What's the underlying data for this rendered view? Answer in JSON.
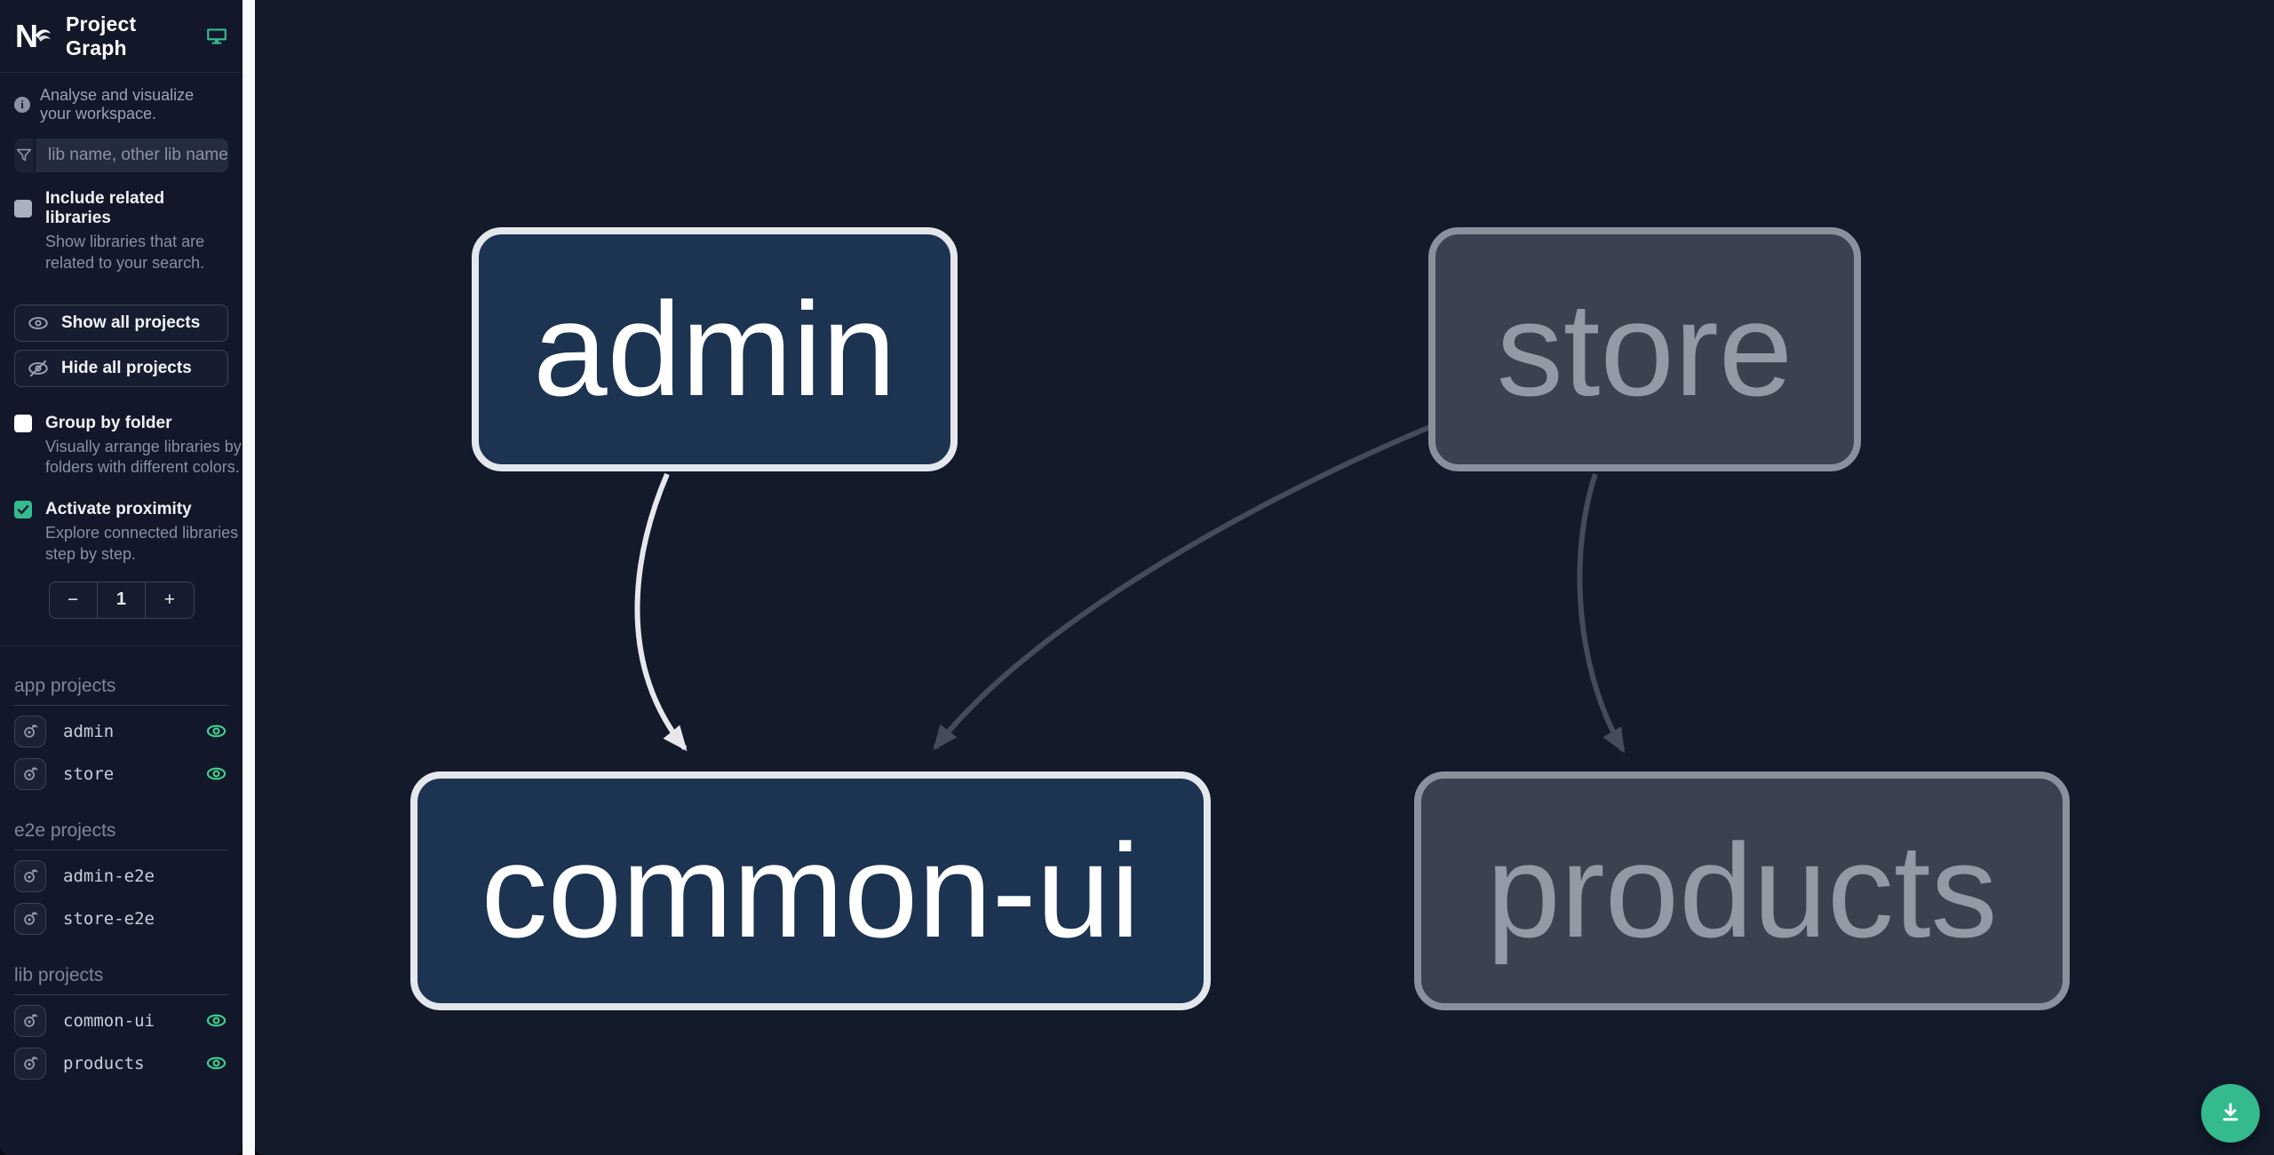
{
  "header": {
    "title": "Project Graph"
  },
  "info": {
    "text": "Analyse and visualize your workspace."
  },
  "sidebar": {
    "filter": {
      "placeholder": "lib name, other lib name"
    },
    "include_related": {
      "label": "Include related libraries",
      "description": "Show libraries that are related to your search.",
      "checked": false
    },
    "buttons": {
      "show_all": "Show all projects",
      "hide_all": "Hide all projects"
    },
    "group_by_folder": {
      "label": "Group by folder",
      "description": "Visually arrange libraries by folders with different colors.",
      "checked": false
    },
    "activate_proximity": {
      "label": "Activate proximity",
      "description": "Explore connected libraries step by step.",
      "checked": true
    },
    "proximity_stepper": {
      "decrement": "−",
      "value": "1",
      "increment": "+"
    },
    "sections": [
      {
        "heading": "app projects",
        "items": [
          {
            "name": "admin",
            "visible": true
          },
          {
            "name": "store",
            "visible": true
          }
        ]
      },
      {
        "heading": "e2e projects",
        "items": [
          {
            "name": "admin-e2e",
            "visible": false
          },
          {
            "name": "store-e2e",
            "visible": false
          }
        ]
      },
      {
        "heading": "lib projects",
        "items": [
          {
            "name": "common-ui",
            "visible": true
          },
          {
            "name": "products",
            "visible": true
          }
        ]
      }
    ]
  },
  "graph": {
    "nodes": [
      {
        "id": "admin",
        "label": "admin",
        "state": "highlighted"
      },
      {
        "id": "store",
        "label": "store",
        "state": "faded"
      },
      {
        "id": "common-ui",
        "label": "common-ui",
        "state": "highlighted"
      },
      {
        "id": "products",
        "label": "products",
        "state": "faded"
      }
    ],
    "edges": [
      {
        "from": "admin",
        "to": "common-ui",
        "style": "highlighted"
      },
      {
        "from": "store",
        "to": "common-ui",
        "style": "faded"
      },
      {
        "from": "store",
        "to": "products",
        "style": "faded"
      }
    ]
  },
  "fab": {
    "icon": "download-icon"
  },
  "colors": {
    "accent_teal": "#34ba8c",
    "eye_green": "#3fd08f",
    "node_highlight_fill": "#1c3351",
    "node_highlight_border": "#e4e7ec",
    "node_faded_fill": "#3b424f",
    "node_faded_border": "#8b919c",
    "edge_highlight": "#e6e8ec",
    "edge_faded": "#444b59",
    "sidebar_bg": "#121829",
    "canvas_bg": "#131a2a"
  }
}
